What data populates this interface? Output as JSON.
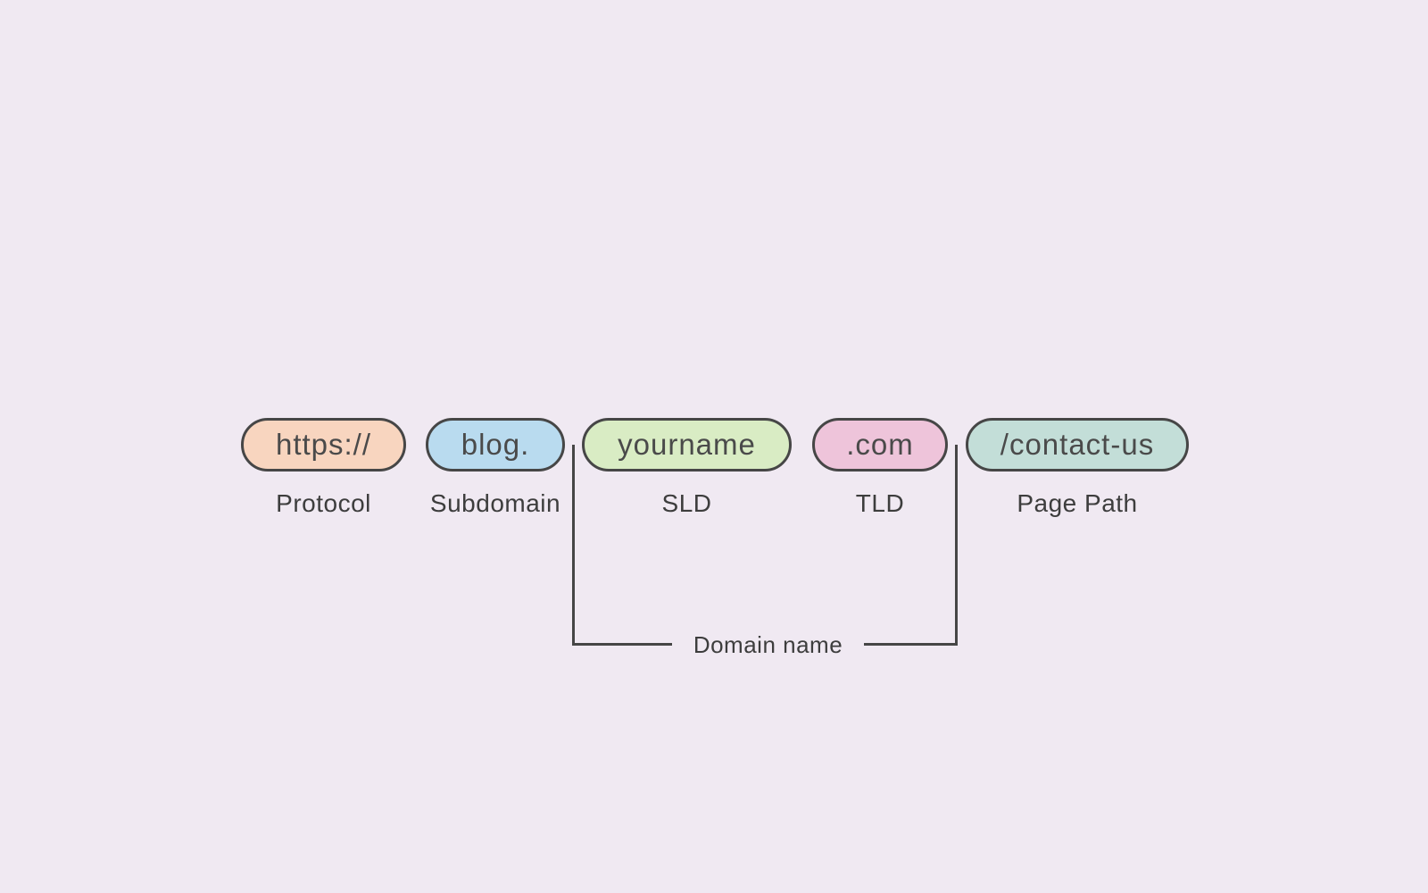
{
  "colors": {
    "background": "#f0e9f2",
    "outline": "#464646",
    "pill_text": "#4a4a4a",
    "label_text": "#3d3d3d"
  },
  "segments": [
    {
      "value": "https://",
      "label": "Protocol",
      "color": "#f8d5bf"
    },
    {
      "value": "blog.",
      "label": "Subdomain",
      "color": "#b9dbef"
    },
    {
      "value": "yourname",
      "label": "SLD",
      "color": "#d9ecc4"
    },
    {
      "value": ".com",
      "label": "TLD",
      "color": "#eec4da"
    },
    {
      "value": "/contact-us",
      "label": "Page Path",
      "color": "#c3ded8"
    }
  ],
  "bracket": {
    "label": "Domain name"
  }
}
